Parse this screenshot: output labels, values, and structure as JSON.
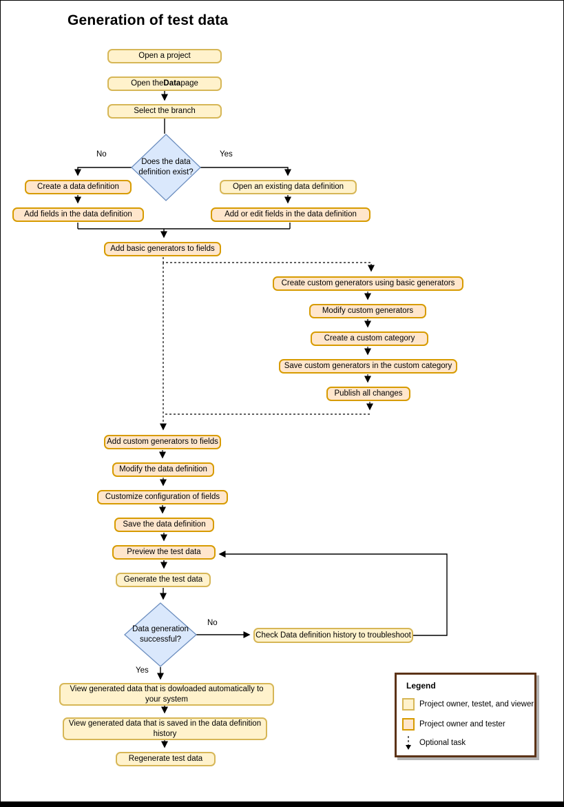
{
  "title": "Generation of test data",
  "nodes": {
    "open_project": "Open a project",
    "open_data_page_prefix": "Open the ",
    "open_data_page_bold": "Data",
    "open_data_page_suffix": " page",
    "select_branch": "Select the branch",
    "create_data_definition": "Create a data definition",
    "add_fields": "Add fields in the data definition",
    "open_existing_data_definition": "Open an existing data definition",
    "add_or_edit_fields": "Add or edit fields in the data definition",
    "add_basic_generators": "Add basic generators to fields",
    "create_custom_generators": "Create custom generators using basic generators",
    "modify_custom_generators": "Modify custom generators",
    "create_custom_category": "Create a custom category",
    "save_custom_generators": "Save custom generators in the custom category",
    "publish_all_changes": "Publish all changes",
    "add_custom_generators": "Add custom generators to fields",
    "modify_data_definition": "Modify the data definition",
    "customize_configuration": "Customize configuration of fields",
    "save_data_definition": "Save the data definition",
    "preview_test_data": "Preview the test data",
    "generate_test_data": "Generate the test data",
    "check_history": "Check Data definition history to troubleshoot",
    "view_downloaded": "View generated data that is dowloaded automatically to your system",
    "view_saved": "View generated data that is saved in the data definition history",
    "regenerate_test_data": "Regenerate test data"
  },
  "decisions": {
    "data_definition_exists": "Does the data definition exist?",
    "generation_successful": "Data generation successful?"
  },
  "branch_labels": {
    "decision1_no": "No",
    "decision1_yes": "Yes",
    "decision2_no": "No",
    "decision2_yes": "Yes"
  },
  "legend": {
    "title": "Legend",
    "item_all_roles": "Project owner, testet, and viewer",
    "item_owner_tester": "Project owner and tester",
    "item_optional": "Optional task"
  },
  "colors": {
    "task_all_roles_fill": "#FFF2CC",
    "task_all_roles_border": "#D6B656",
    "task_owner_tester_fill": "#FFE6CC",
    "task_owner_tester_border": "#D79B00",
    "decision_fill": "#DAE8FC",
    "decision_border": "#6C8EBF",
    "legend_border": "#5C3317",
    "connector": "#000000"
  }
}
